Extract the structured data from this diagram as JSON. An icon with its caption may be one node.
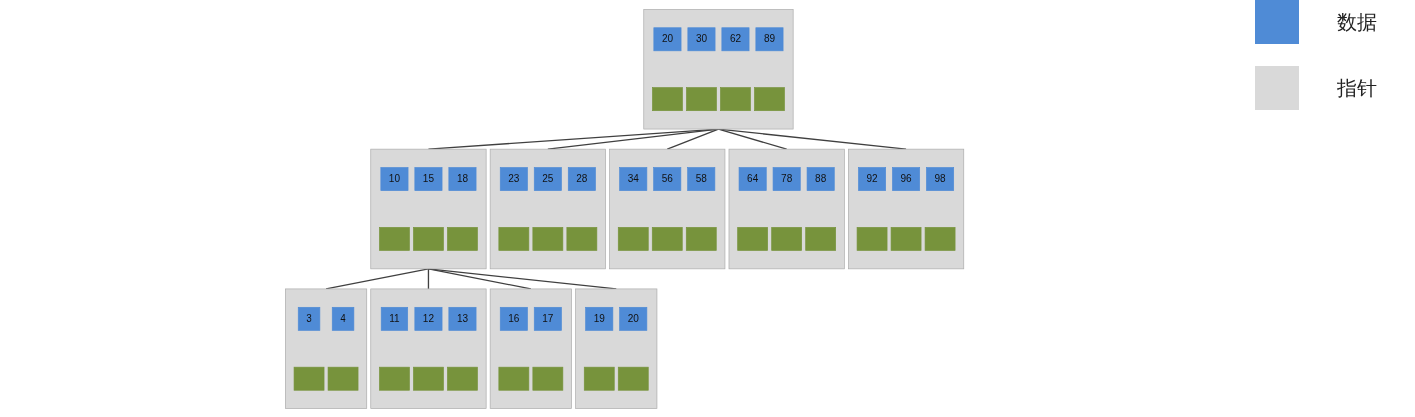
{
  "diagram": {
    "nodes": [
      {
        "text": [],
        "shape": "bar"
      },
      {
        "text": [
          "20"
        ],
        "in": 0
      },
      {
        "text": [
          "30"
        ],
        "in": 0
      },
      {
        "text": [
          "62"
        ],
        "in": 0
      },
      {
        "text": [
          "89"
        ],
        "in": 0
      },
      {
        "text": [],
        "shape": "box",
        "in": 0
      },
      {
        "text": [],
        "shape": "box",
        "in": 0
      },
      {
        "text": [],
        "shape": "box",
        "in": 0
      },
      {
        "text": [],
        "shape": "box",
        "in": 0
      },
      {
        "text": [],
        "shape": "bar"
      },
      {
        "text": [
          "10"
        ],
        "in": 9
      },
      {
        "text": [
          "15"
        ],
        "in": 9
      },
      {
        "text": [
          "18"
        ],
        "in": 9
      },
      {
        "text": [],
        "shape": "box",
        "in": 9
      },
      {
        "text": [],
        "shape": "box",
        "in": 9
      },
      {
        "text": [],
        "shape": "box",
        "in": 9
      },
      {
        "text": [],
        "shape": "bar"
      },
      {
        "text": [
          "23"
        ],
        "in": 16
      },
      {
        "text": [
          "25"
        ],
        "in": 16
      },
      {
        "text": [
          "28"
        ],
        "in": 16
      },
      {
        "text": [],
        "shape": "box",
        "in": 16
      },
      {
        "text": [],
        "shape": "box",
        "in": 16
      },
      {
        "text": [],
        "shape": "box",
        "in": 16
      },
      {
        "text": [],
        "shape": "bar"
      },
      {
        "text": [
          "34"
        ],
        "in": 23
      },
      {
        "text": [
          "56"
        ],
        "in": 23
      },
      {
        "text": [
          "58"
        ],
        "in": 23
      },
      {
        "text": [],
        "shape": "box",
        "in": 23
      },
      {
        "text": [],
        "shape": "box",
        "in": 23
      },
      {
        "text": [],
        "shape": "box",
        "in": 23
      },
      {
        "text": [],
        "shape": "bar"
      },
      {
        "text": [
          "64"
        ],
        "in": 30
      },
      {
        "text": [
          "78"
        ],
        "in": 30
      },
      {
        "text": [
          "88"
        ],
        "in": 30
      },
      {
        "text": [],
        "shape": "box",
        "in": 30
      },
      {
        "text": [],
        "shape": "box",
        "in": 30
      },
      {
        "text": [],
        "shape": "box",
        "in": 30
      },
      {
        "text": [],
        "shape": "bar"
      },
      {
        "text": [
          "92"
        ],
        "in": 37
      },
      {
        "text": [
          "96"
        ],
        "in": 37
      },
      {
        "text": [
          "98"
        ],
        "in": 37
      },
      {
        "text": [],
        "shape": "box",
        "in": 37
      },
      {
        "text": [],
        "shape": "box",
        "in": 37
      },
      {
        "text": [],
        "shape": "box",
        "in": 37
      },
      {
        "text": [],
        "shape": "bar"
      },
      {
        "text": [
          "3"
        ],
        "in": 44
      },
      {
        "text": [
          "4"
        ],
        "in": 44
      },
      {
        "text": [],
        "shape": "box",
        "in": 44
      },
      {
        "text": [],
        "shape": "box",
        "in": 44
      },
      {
        "text": [],
        "shape": "bar"
      },
      {
        "text": [
          "11"
        ],
        "in": 49
      },
      {
        "text": [
          "12"
        ],
        "in": 49
      },
      {
        "text": [
          "13"
        ],
        "in": 49
      },
      {
        "text": [],
        "shape": "box",
        "in": 49
      },
      {
        "text": [],
        "shape": "box",
        "in": 49
      },
      {
        "text": [],
        "shape": "box",
        "in": 49
      },
      {
        "text": [],
        "shape": "bar"
      },
      {
        "text": [
          "16"
        ],
        "in": 56
      },
      {
        "text": [
          "17"
        ],
        "in": 56
      },
      {
        "text": [],
        "shape": "box",
        "in": 56
      },
      {
        "text": [],
        "shape": "box",
        "in": 56
      },
      {
        "text": [],
        "shape": "bar"
      },
      {
        "text": [
          "19"
        ],
        "in": 61
      },
      {
        "text": [
          "20"
        ],
        "in": 61
      },
      {
        "text": [],
        "shape": "box",
        "in": 61
      },
      {
        "text": [],
        "shape": "box",
        "in": 61
      }
    ],
    "edges": [
      {
        "from": 0,
        "to": 9,
        "arrow": "none"
      },
      {
        "from": 0,
        "to": 16,
        "arrow": "none"
      },
      {
        "from": 0,
        "to": 23,
        "arrow": "none"
      },
      {
        "from": 0,
        "to": 30,
        "arrow": "none"
      },
      {
        "from": 0,
        "to": 37,
        "arrow": "none"
      },
      {
        "from": 9,
        "to": 44,
        "arrow": "none"
      },
      {
        "from": 9,
        "to": 49,
        "arrow": "none"
      },
      {
        "from": 9,
        "to": 56,
        "arrow": "none"
      },
      {
        "from": 9,
        "to": 61,
        "arrow": "none"
      }
    ],
    "legend": [
      {
        "text": "数据",
        "color": "#4f8bd6"
      },
      {
        "text": "指针",
        "color": "#d9d9d9"
      }
    ]
  }
}
